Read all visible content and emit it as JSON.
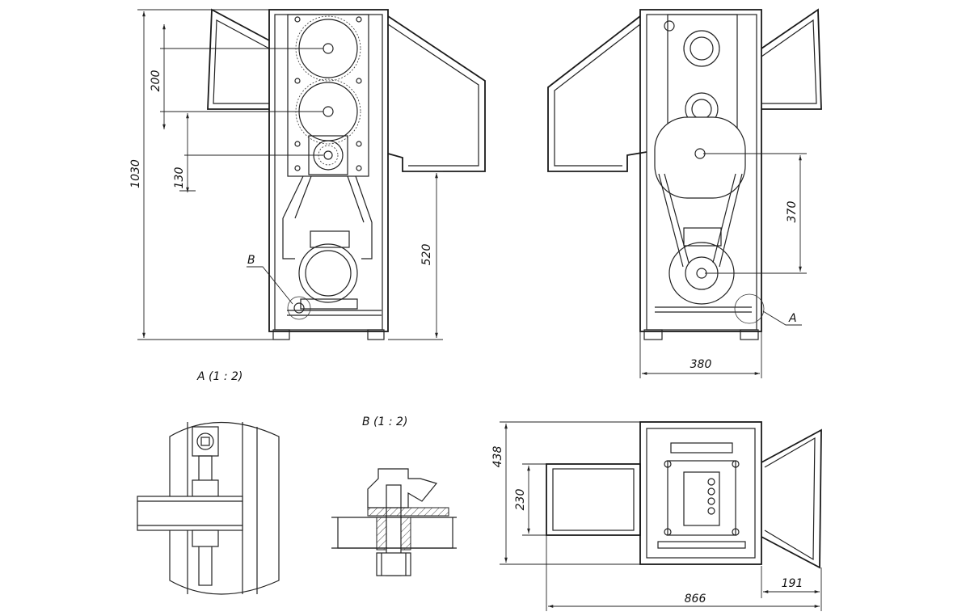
{
  "dimensions": {
    "overall_height": "1030",
    "gear_spacing": "200",
    "gear_offset": "130",
    "shaft_height": "520",
    "pulley_spacing": "370",
    "width": "380",
    "top_depth": "438",
    "top_inner": "230",
    "overall_length": "866",
    "hopper_length": "191"
  },
  "callouts": {
    "left": "B",
    "right": "A"
  },
  "details": {
    "a_title": "A (1 : 2)",
    "b_title": "B (1 : 2)"
  }
}
